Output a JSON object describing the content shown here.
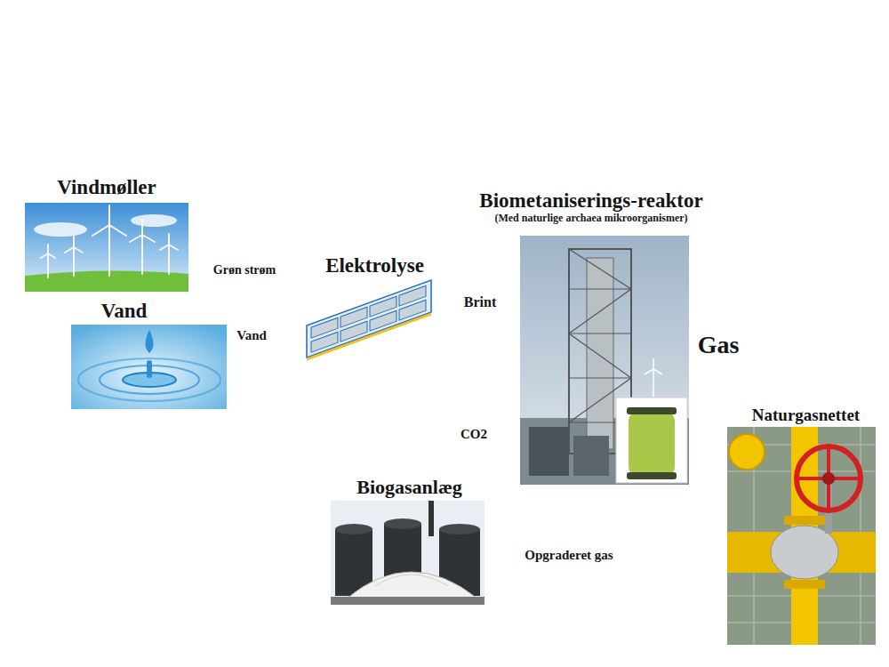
{
  "diagram": {
    "nodes": [
      {
        "text": [
          "Vindmøller"
        ]
      },
      {
        "text": [
          "Vand"
        ]
      },
      {
        "text": [
          "Elektrolyse"
        ]
      },
      {
        "text": [
          "Biometaniserings-reaktor",
          "(Med naturlige archaea mikroorganismer)"
        ]
      },
      {
        "text": [
          "Naturgasnettet"
        ]
      },
      {
        "text": [
          "Biogasanlæg"
        ]
      }
    ],
    "edges": [
      {
        "from": 0,
        "to": 2,
        "label": "Grøn strøm",
        "arrow": "to"
      },
      {
        "from": 1,
        "to": 2,
        "label": "Vand",
        "arrow": "to"
      },
      {
        "from": 2,
        "to": 3,
        "label": "Brint",
        "arrow": "to"
      },
      {
        "from": 5,
        "to": 3,
        "label": "CO2",
        "arrow": "to"
      },
      {
        "from": 3,
        "to": 4,
        "label": "Gas",
        "arrow": "to"
      },
      {
        "from": 5,
        "to": 4,
        "label": "Opgraderet gas",
        "arrow": "to"
      }
    ]
  }
}
